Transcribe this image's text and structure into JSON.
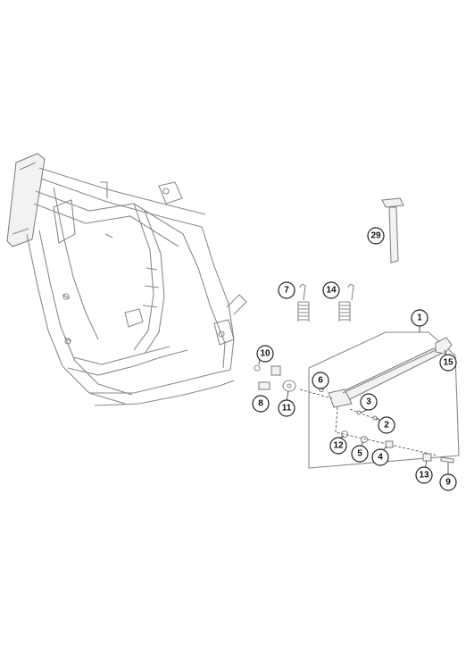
{
  "callouts": [
    {
      "key": "c1",
      "label": "1"
    },
    {
      "key": "c2",
      "label": "2"
    },
    {
      "key": "c3",
      "label": "3"
    },
    {
      "key": "c4",
      "label": "4"
    },
    {
      "key": "c5",
      "label": "5"
    },
    {
      "key": "c6",
      "label": "6"
    },
    {
      "key": "c7",
      "label": "7"
    },
    {
      "key": "c8",
      "label": "8"
    },
    {
      "key": "c9",
      "label": "9"
    },
    {
      "key": "c10",
      "label": "10"
    },
    {
      "key": "c11",
      "label": "11"
    },
    {
      "key": "c12",
      "label": "12"
    },
    {
      "key": "c13",
      "label": "13"
    },
    {
      "key": "c14",
      "label": "14"
    },
    {
      "key": "c15",
      "label": "15"
    },
    {
      "key": "c29",
      "label": "29"
    }
  ],
  "colors": {
    "line": "#8a8a8a",
    "callout_stroke": "#222222",
    "background": "#ffffff"
  }
}
